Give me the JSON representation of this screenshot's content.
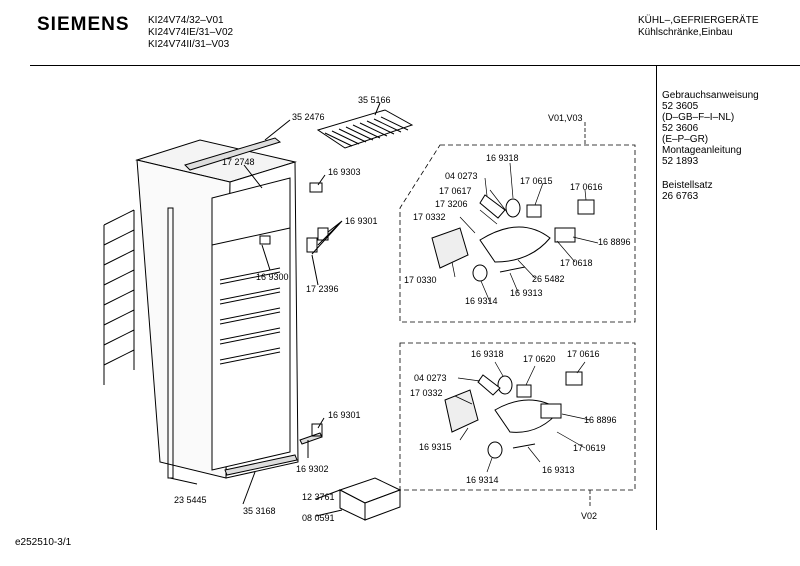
{
  "header": {
    "brand": "SIEMENS",
    "models": [
      "KI24V74/32–V01",
      "KI24V74IE/31–V02",
      "KI24V74II/31–V03"
    ],
    "category": [
      "KÜHL–,GEFRIERGERÄTE",
      "Kühlschränke,Einbau"
    ]
  },
  "side_panel": {
    "lines": [
      "Gebrauchsanweisung",
      "52 3605",
      "(D–GB–F–I–NL)",
      "52 3606",
      "(E–P–GR)",
      "Montageanleitung",
      "52 1893"
    ],
    "set_lines": [
      "Beistellsatz",
      "26 6763"
    ]
  },
  "variants": {
    "top": "V01,V03",
    "bottom": "V02"
  },
  "parts": {
    "p1": "35 5166",
    "p2": "35 2476",
    "p3": "17 2748",
    "p4": "16 9303",
    "p5": "16 9301",
    "p6": "16 9300",
    "p7": "17 2396",
    "p8": "16 9301",
    "p9": "16 9302",
    "p10": "35 3168",
    "p11": "23 5445",
    "p12": "12 3761",
    "p13": "08 0591",
    "t1": "16 9318",
    "t2": "04 0273",
    "t3": "17 0615",
    "t4": "17 0617",
    "t5": "17 0616",
    "t6": "17 3206",
    "t7": "17 0332",
    "t8": "16 8896",
    "t9": "17 0618",
    "t10": "17 0330",
    "t11": "26 5482",
    "t12": "16 9313",
    "t13": "16 9314",
    "b1": "16 9318",
    "b2": "17 0620",
    "b3": "17 0616",
    "b4": "04 0273",
    "b5": "17 0332",
    "b6": "16 8896",
    "b7": "16 9315",
    "b8": "17 0619",
    "b9": "16 9313",
    "b10": "16 9314"
  },
  "footer": {
    "code": "e252510-3/1"
  }
}
